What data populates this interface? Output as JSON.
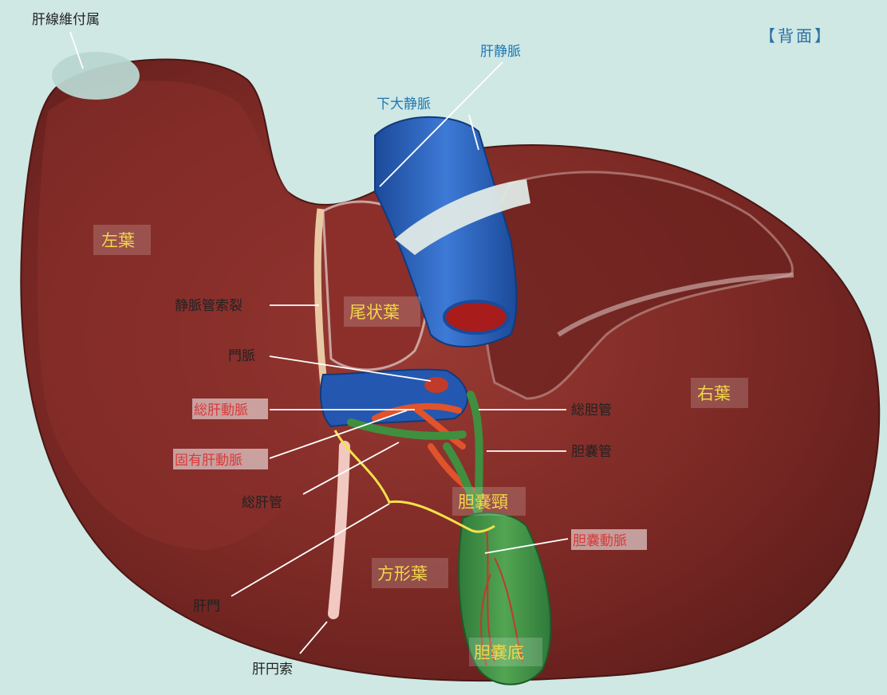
{
  "view_title": "【背面】",
  "lobes": {
    "left_lobe": "左葉",
    "right_lobe": "右葉",
    "caudate_lobe": "尾状葉",
    "quadrate_lobe": "方形葉",
    "gallbladder_neck": "胆嚢頸",
    "gallbladder_fundus": "胆嚢底"
  },
  "labels": {
    "appendix_fibrosa": "肝線維付属",
    "hepatic_veins": "肝静脈",
    "ivc": "下大静脈",
    "fissure_ligamentum_venosum": "静脈管索裂",
    "portal_vein": "門脈",
    "common_hepatic_artery": "総肝動脈",
    "proper_hepatic_artery": "固有肝動脈",
    "common_hepatic_duct": "総肝管",
    "porta_hepatis": "肝門",
    "round_ligament": "肝円索",
    "common_bile_duct": "総胆管",
    "cystic_duct": "胆嚢管",
    "cystic_artery": "胆嚢動脈"
  },
  "colors": {
    "background": "#cfe8e4",
    "liver": "#7e2a26",
    "vein": "#2458b0",
    "artery": "#e0532b",
    "bile": "#3f8f3f",
    "label_red": "#d93a3a",
    "label_yellow": "#f2d64a",
    "label_blue": "#1f78b4"
  }
}
